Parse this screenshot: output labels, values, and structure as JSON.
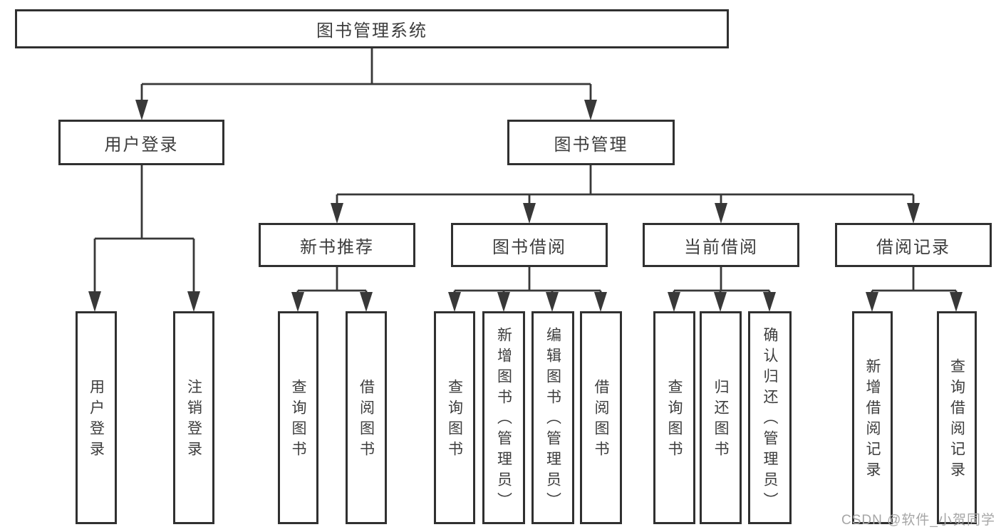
{
  "colors": {
    "background": "#ffffff",
    "line": "#383838",
    "box_border": "#303030",
    "text": "#3d3d3d",
    "watermark": "#a6a6a6"
  },
  "watermark": {
    "text": "CSDN @软件_小贺同学"
  },
  "tree": {
    "label": "图书管理系统",
    "children": [
      {
        "label": "用户登录",
        "children": [
          {
            "label": "用户登录"
          },
          {
            "label": "注销登录"
          }
        ]
      },
      {
        "label": "图书管理",
        "children": [
          {
            "label": "新书推荐",
            "children": [
              {
                "label": "查询图书"
              },
              {
                "label": "借阅图书"
              }
            ]
          },
          {
            "label": "图书借阅",
            "children": [
              {
                "label": "查询图书"
              },
              {
                "label": "新增图书（管理员）"
              },
              {
                "label": "编辑图书（管理员）"
              },
              {
                "label": "借阅图书"
              }
            ]
          },
          {
            "label": "当前借阅",
            "children": [
              {
                "label": "查询图书"
              },
              {
                "label": "归还图书"
              },
              {
                "label": "确认归还（管理员）"
              }
            ]
          },
          {
            "label": "借阅记录",
            "children": [
              {
                "label": "新增借阅记录"
              },
              {
                "label": "查询借阅记录"
              }
            ]
          }
        ]
      }
    ]
  }
}
